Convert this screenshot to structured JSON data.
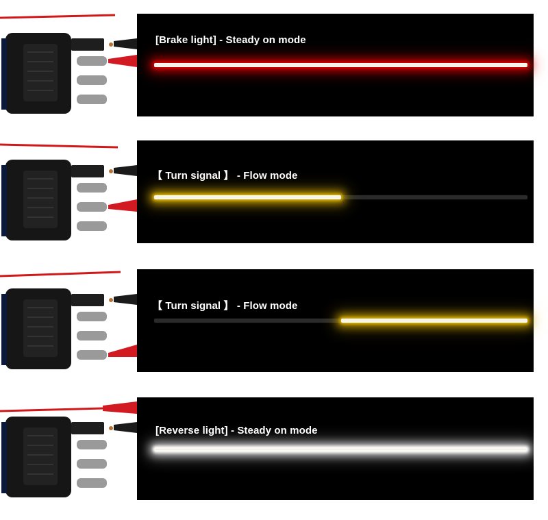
{
  "colors": {
    "panel_bg": "#000000",
    "brake_glow": "#e00000",
    "turn_glow": "#e0b400",
    "reverse_glow": "#ffffff",
    "wire_red": "#d01818",
    "connector_black": "#161616",
    "probe_red": "#d11a22",
    "probe_black": "#1a1a1a"
  },
  "modes": [
    {
      "label": "[Brake light] - Steady on mode",
      "lit_color": "#e00000",
      "lit_fraction": 1.0,
      "lit_start": 0.0
    },
    {
      "label": "【 Turn signal 】 - Flow mode",
      "lit_color": "#e0b400",
      "lit_fraction": 0.5,
      "lit_start": 0.0
    },
    {
      "label": "【 Turn signal 】 - Flow mode",
      "lit_color": "#e0b400",
      "lit_fraction": 0.5,
      "lit_start": 0.5
    },
    {
      "label": "[Reverse light] - Steady on mode",
      "lit_color": "#ffffff",
      "lit_fraction": 1.0,
      "lit_start": 0.0
    }
  ]
}
